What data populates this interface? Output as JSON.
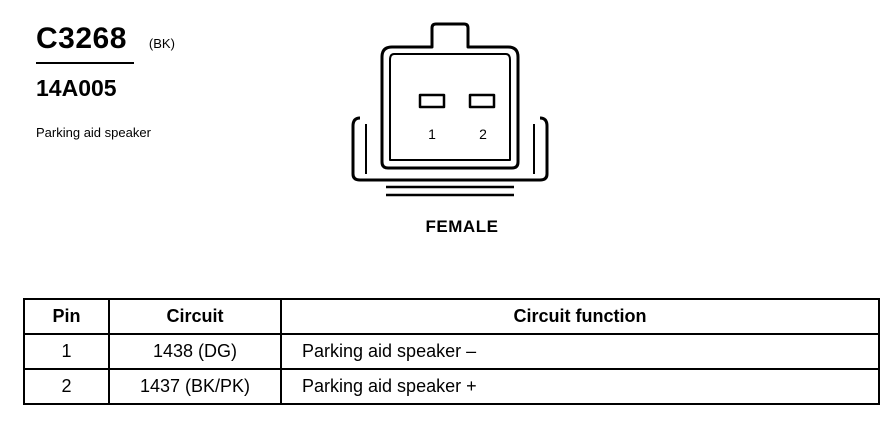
{
  "connector": {
    "id": "C3268",
    "color_code": "(BK)",
    "part_number": "14A005",
    "description": "Parking aid speaker",
    "gender": "FEMALE",
    "pin_labels": [
      "1",
      "2"
    ]
  },
  "table": {
    "headers": [
      "Pin",
      "Circuit",
      "Circuit function"
    ],
    "rows": [
      {
        "pin": "1",
        "circuit": "1438 (DG)",
        "function": "Parking aid speaker –"
      },
      {
        "pin": "2",
        "circuit": "1437 (BK/PK)",
        "function": "Parking aid speaker +"
      }
    ]
  }
}
